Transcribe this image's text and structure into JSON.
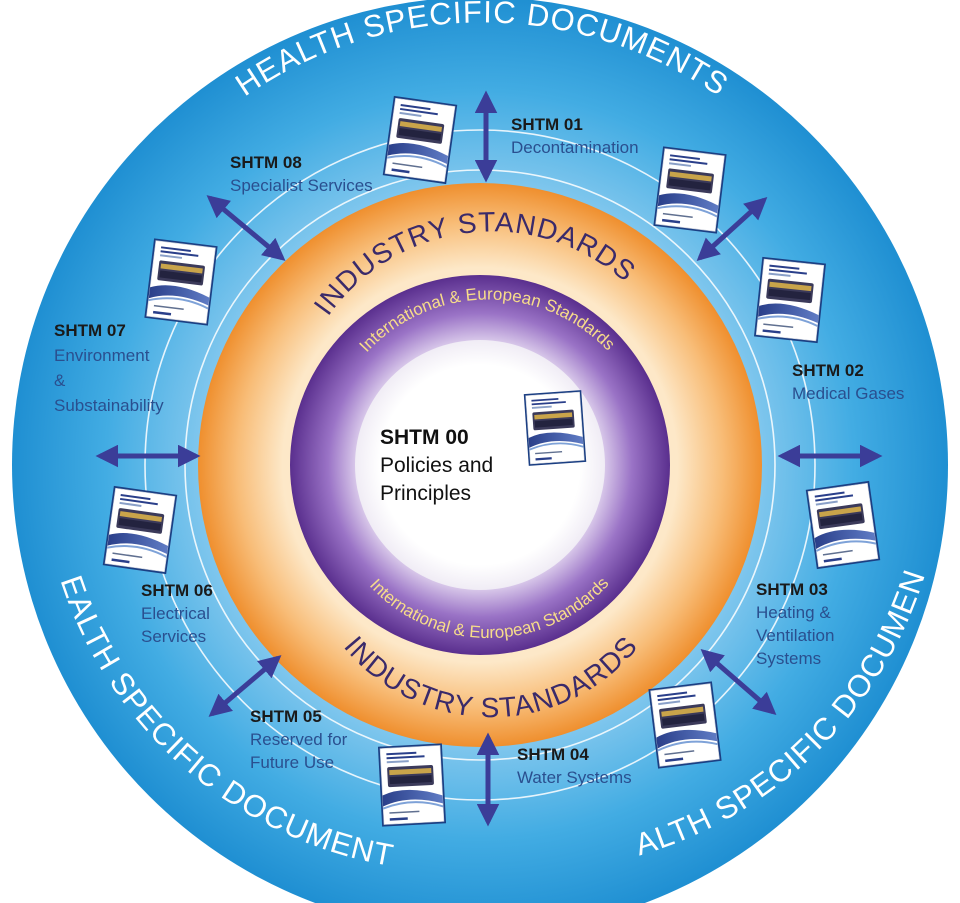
{
  "outer_label": "HEALTH SPECIFIC DOCUMENTS",
  "industry_label": "INDUSTRY STANDARDS",
  "international_label": "International & European Standards",
  "center": {
    "code": "SHTM 00",
    "name_lines": [
      "Policies and",
      "Principles"
    ]
  },
  "documents": [
    {
      "code": "SHTM 01",
      "lines": [
        "Decontamination"
      ]
    },
    {
      "code": "SHTM 02",
      "lines": [
        "Medical Gases"
      ]
    },
    {
      "code": "SHTM 03",
      "lines": [
        "Heating &",
        "Ventilation",
        "Systems"
      ]
    },
    {
      "code": "SHTM 04",
      "lines": [
        "Water Systems"
      ]
    },
    {
      "code": "SHTM 05",
      "lines": [
        "Reserved for",
        "Future Use"
      ]
    },
    {
      "code": "SHTM 06",
      "lines": [
        "Electrical",
        "Services"
      ]
    },
    {
      "code": "SHTM 07",
      "lines": [
        "Environment",
        "&",
        "Substainability"
      ]
    },
    {
      "code": "SHTM 08",
      "lines": [
        "Specialist Services"
      ]
    }
  ],
  "colors": {
    "outer_ring": "#2f9fdc",
    "industry_ring": "#f4a14c",
    "international_ring": "#6b3fa0",
    "arrow": "#3b3d98",
    "document_text": "#2a4f8f"
  }
}
